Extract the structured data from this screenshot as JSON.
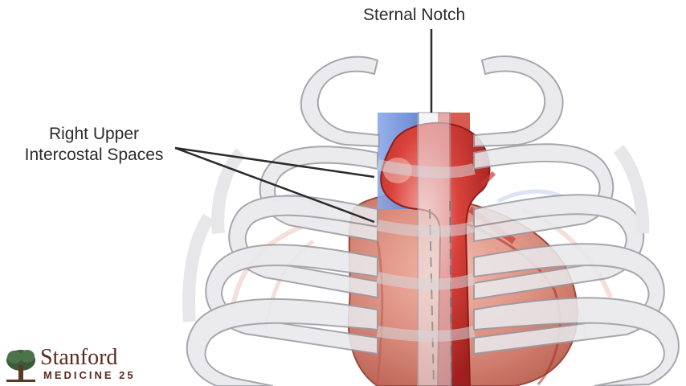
{
  "labels": {
    "sternal_notch": "Sternal Notch",
    "right_upper_line1": "Right Upper",
    "right_upper_line2": "Intercostal Spaces"
  },
  "logo": {
    "name": "Stanford",
    "subtitle": "MEDICINE 25"
  },
  "colors": {
    "rib_fill": "#e9e9ec",
    "rib_stroke": "#9a9aa2",
    "heart_red": "#c8312c",
    "aorta_red": "#d8403a",
    "vein_blue": "#6f8fd8",
    "leader_line": "#2b2b2b",
    "logo_brown": "#5b2a1e"
  }
}
